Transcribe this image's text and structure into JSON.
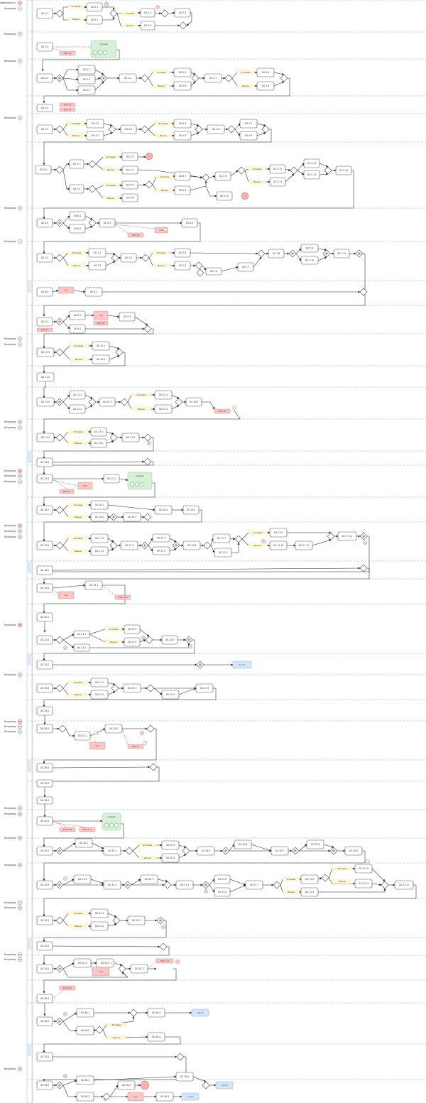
{
  "lane_labels": [
    "Hезависимость",
    "Hauptweg",
    "Hauptweg",
    "Hauptweg",
    "Hauptweg",
    "Hauptweg",
    "Hauptweg",
    "Hauptweg",
    "Hauptweg",
    "Hauptweg",
    "Hauptweg",
    "Hauptweg"
  ],
  "sections": [
    {
      "id": "B0",
      "nodes": [
        {
          "id": "n0",
          "label": "G0.0.1",
          "kind": "task"
        },
        {
          "id": "g0",
          "kind": "xor"
        },
        {
          "id": "n1",
          "label": "G0.0.1",
          "kind": "task"
        },
        {
          "id": "n2",
          "label": "G0.0.2",
          "kind": "task"
        },
        {
          "id": "n3",
          "label": "G0.0.3",
          "kind": "task"
        },
        {
          "id": "n4",
          "label": "G0.0.4",
          "kind": "task"
        },
        {
          "id": "n5",
          "label": "G0.0.5",
          "kind": "task"
        }
      ],
      "conditions": [
        "Условие",
        "Иначе",
        "Условие",
        "Иначе"
      ]
    }
  ],
  "colors": {
    "task_border": "#555555",
    "task_fill": "#ffffff",
    "condition_fill": "#fff6d5",
    "error_fill": "#f6c8c8",
    "error_border": "#d88888",
    "end_fill": "#f4b3b3",
    "group_fill": "#d8efd8",
    "group_border": "#8fc48f",
    "final_fill": "#d6e6f7",
    "final_border": "#8fb2d6",
    "lane_dash": "#6fc0b0",
    "left_strip": "#dfe8f3",
    "left_strip_border": "#9aa8b8",
    "gateway": "#555555",
    "edge": "#222222"
  },
  "icons": [
    "plus-icon",
    "gateway-diamond-icon",
    "event-circle-icon",
    "error-event-icon"
  ]
}
